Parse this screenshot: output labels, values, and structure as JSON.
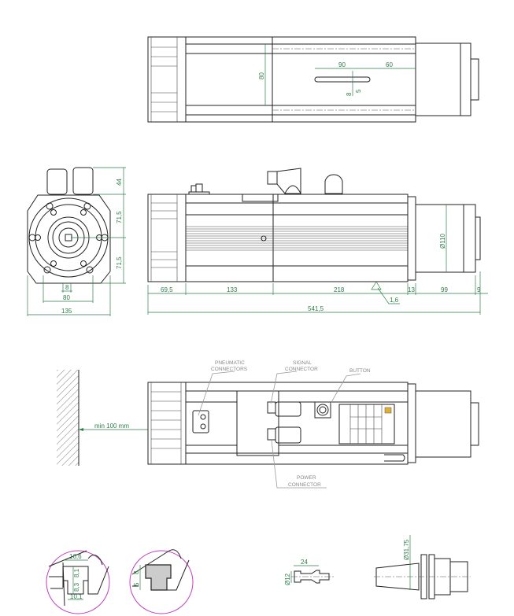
{
  "top_view": {
    "dims": {
      "height": "80",
      "slot_length": "90",
      "slot_offset": "60",
      "slot_width_a": "8",
      "slot_width_b": "5"
    }
  },
  "front_view": {
    "dims": {
      "connector_height": "44",
      "upper_half": "71,5",
      "lower_half": "71,5",
      "slot": "8",
      "slot_spacing": "80",
      "width": "135"
    }
  },
  "side_view": {
    "dims": {
      "fan": "69,5",
      "body_a": "133",
      "body_b": "218",
      "flange": "13",
      "nose": "99",
      "end": "9",
      "total": "541,5",
      "nose_diameter": "Ø110",
      "roughness": "1,6"
    }
  },
  "bottom_view": {
    "labels": {
      "pneumatic_1": "PNEUMATIC",
      "pneumatic_2": "CONNECTORS",
      "signal_1": "SIGNAL",
      "signal_2": "CONNECTOR",
      "button": "BUTTON",
      "power_1": "POWER",
      "power_2": "CONNECTOR"
    },
    "clearance": "min  100 mm"
  },
  "details": {
    "slot_detail": {
      "width": "16,6",
      "depth_a": "8,1",
      "depth_b": "8,3",
      "bottom": "10,1"
    },
    "slot_insert": {
      "a": "8",
      "b": "5"
    },
    "pull_stud": {
      "length": "24",
      "diameter": "Ø12"
    },
    "tool_holder": {
      "diameter": "Ø31,75"
    }
  },
  "colors": {
    "dimension": "#2e7d4a",
    "detail_circle": "#c040c0"
  }
}
